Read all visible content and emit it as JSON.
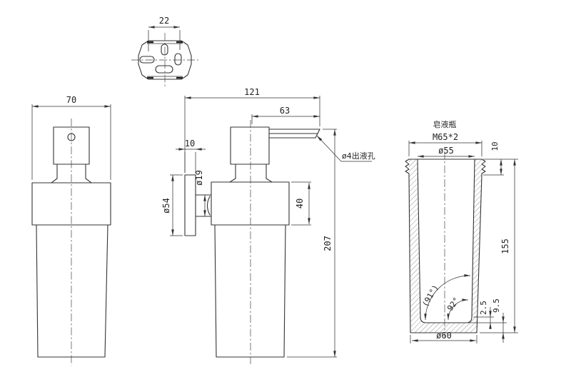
{
  "drawing": {
    "background": "#ffffff",
    "line_color": "#333333",
    "hatch_color": "#666666",
    "text_color": "#222222",
    "labels": {
      "top_view": {
        "slot_spacing": "22"
      },
      "front_view": {
        "body_width": "70"
      },
      "side_view": {
        "total_depth": "121",
        "spout_reach": "63",
        "plate_thickness": "10",
        "connector_dia": "ø19",
        "plate_dia": "ø54",
        "holder_height": "40",
        "total_height": "207",
        "outlet_note": "ø4出液孔"
      },
      "section_view": {
        "title": "皂液瓶",
        "thread_spec": "M65*2",
        "inner_dia": "ø55",
        "thread_height": "10",
        "bottle_height": "155",
        "angle_ref": "(91°)",
        "angle_inner": "92°",
        "base_step": "2.5",
        "base_thickness": "9.5",
        "bottom_dia": "ø60"
      }
    }
  }
}
